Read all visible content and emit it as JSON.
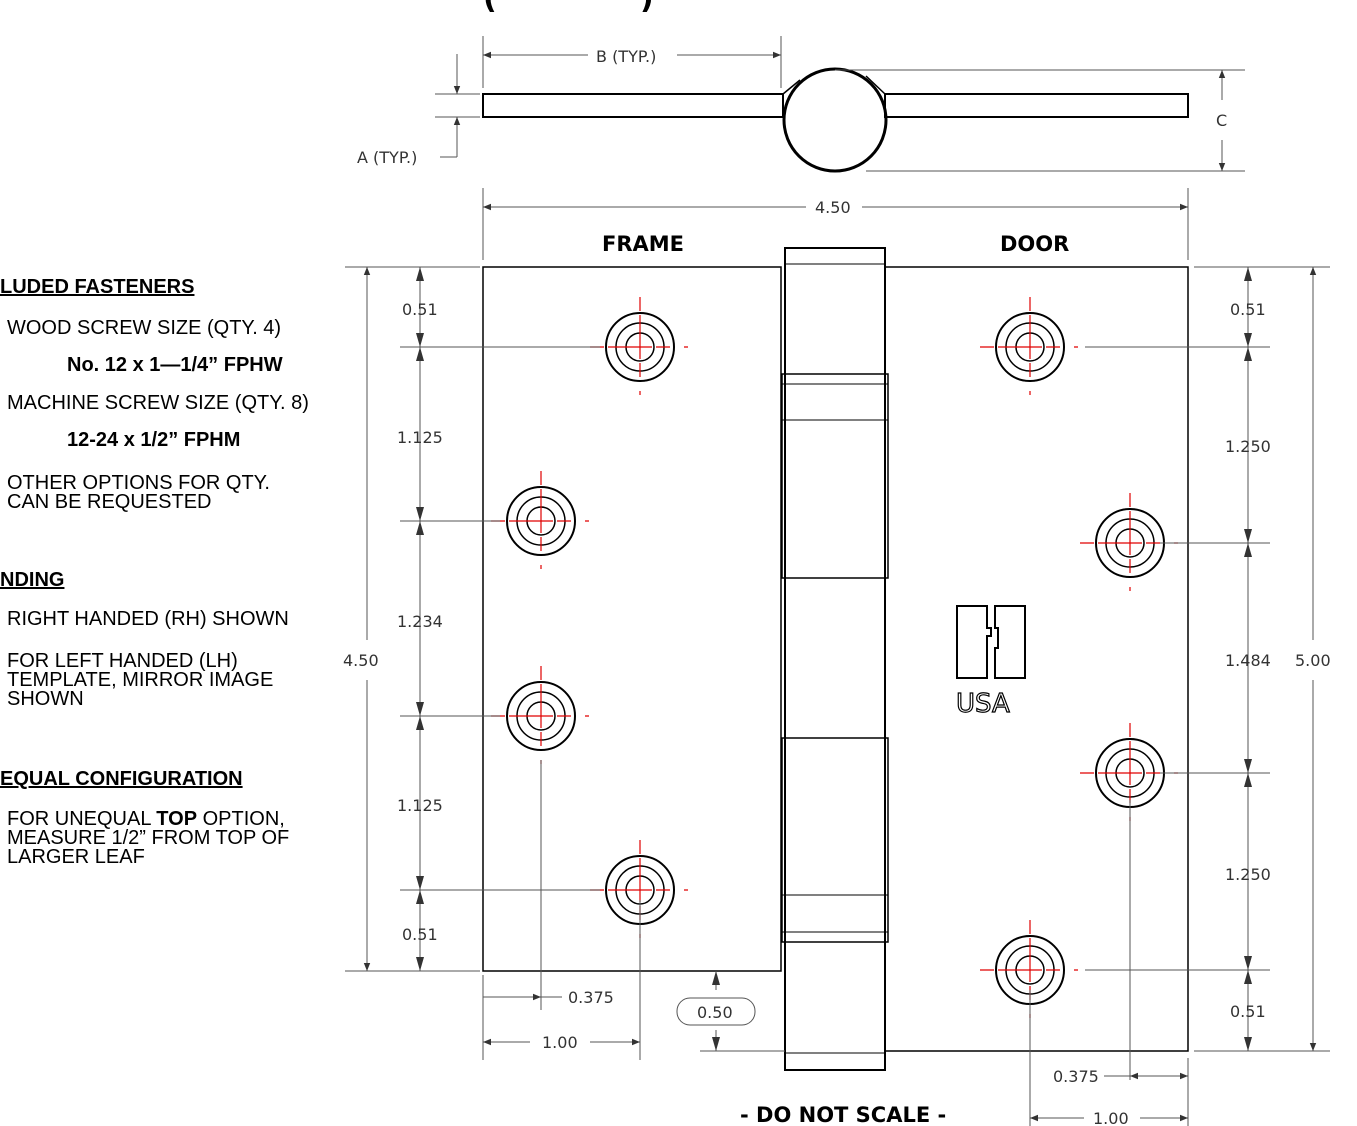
{
  "drawing": {
    "title_fragment": "(",
    "title_fragment_2": ")",
    "footer": "- DO NOT SCALE -",
    "leaf_labels": {
      "frame": "FRAME",
      "door": "DOOR"
    },
    "logo_text": "USA",
    "dimensions": {
      "b_typ": "B (TYP.)",
      "a_typ": "A (TYP.)",
      "c": "C",
      "overall_width": "4.50",
      "frame_height": "4.50",
      "overall_height": "5.00",
      "frame_top": "0.51",
      "frame_sp1": "1.125",
      "frame_sp2": "1.234",
      "frame_sp3": "1.125",
      "frame_bottom": "0.51",
      "frame_edge_375": "0.375",
      "frame_edge_100": "1.00",
      "leaf_offset": "0.50",
      "door_top": "0.51",
      "door_sp1": "1.250",
      "door_sp2": "1.484",
      "door_sp3": "1.250",
      "door_bottom": "0.51",
      "door_edge_375": "0.375",
      "door_edge_100": "1.00"
    }
  },
  "notes": {
    "fasteners_header": "LUDED FASTENERS",
    "wood_screw": "WOOD SCREW SIZE  (QTY. 4)",
    "wood_screw_spec": "No. 12 x 1—1/4” FPHW",
    "machine_screw": "MACHINE SCREW SIZE (QTY. 8)",
    "machine_screw_spec": "12-24 x 1/2” FPHM",
    "other_options": "OTHER OPTIONS FOR QTY.\nCAN BE REQUESTED",
    "handing_header": "NDING",
    "right_handed": "RIGHT HANDED (RH) SHOWN",
    "left_handed": "FOR LEFT HANDED (LH)\nTEMPLATE, MIRROR IMAGE\nSHOWN",
    "unequal_header": "EQUAL CONFIGURATION",
    "unequal_top_pre": "FOR UNEQUAL ",
    "unequal_top_bold": "TOP",
    "unequal_top_post": " OPTION,\nMEASURE 1/2” FROM TOP OF\nLARGER LEAF"
  },
  "colors": {
    "line": "#000000",
    "center_mark": "#e00000",
    "dim": "#555555"
  }
}
